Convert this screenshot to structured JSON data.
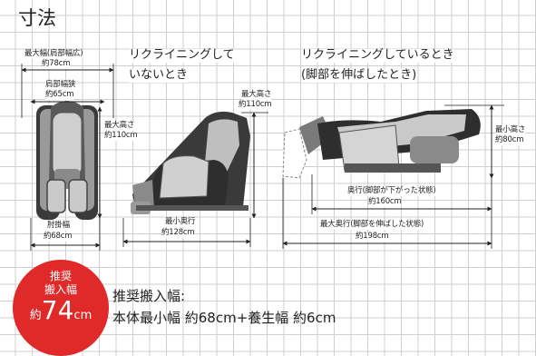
{
  "title": "寸法",
  "front_view": {
    "max_width_label": "最大幅(肩部幅広)",
    "max_width_value": "約78cm",
    "shoulder_label": "肩部幅狭",
    "shoulder_value": "約65cm",
    "height_label": "最大高さ",
    "height_value": "約110cm",
    "armrest_label": "肘掛幅",
    "armrest_value": "約68cm"
  },
  "upright_view": {
    "caption_line1": "リクライニングして",
    "caption_line2": "いないとき",
    "height_label": "最大高さ",
    "height_value": "約110cm",
    "depth_label": "最小奥行",
    "depth_value": "約128cm"
  },
  "reclined_view": {
    "caption_line1": "リクライニングしているとき",
    "caption_line2": "(脚部を伸ばしたとき)",
    "height_label": "最小高さ",
    "height_value": "約80cm",
    "depth_label": "奥行(脚部が下がった状態)",
    "depth_value": "約160cm",
    "max_depth_label": "最大奥行(脚部を伸ばした状態)",
    "max_depth_value": "約198cm"
  },
  "badge": {
    "line1": "推奨",
    "line2": "搬入幅",
    "prefix": "約",
    "number": "74",
    "unit": "cm"
  },
  "recommendation": {
    "heading": "推奨搬入幅:",
    "detail": "本体最小幅 約68cm+養生幅 約6cm"
  },
  "colors": {
    "accent": "#e02a2a",
    "chair_body": "#8a8a8a",
    "chair_dark": "#2e2e2e",
    "grid": "#cfcfcf"
  }
}
